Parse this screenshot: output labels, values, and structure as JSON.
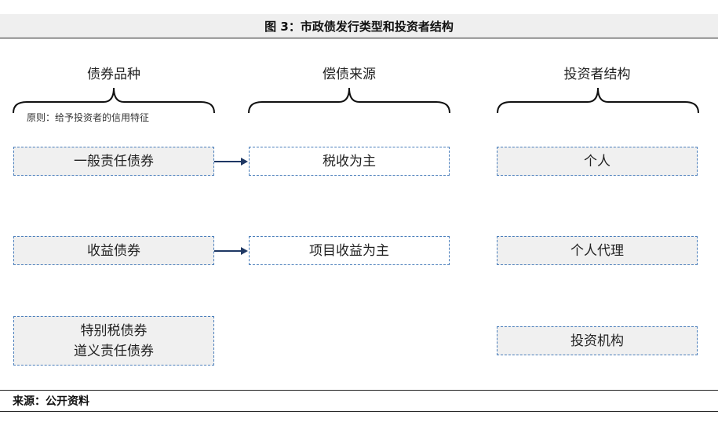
{
  "title": "图 3：市政债发行类型和投资者结构",
  "columns": {
    "bond_types": "债券品种",
    "repayment_source": "偿债来源",
    "investor_structure": "投资者结构"
  },
  "principle": "原则：给予投资者的信用特征",
  "rows": [
    {
      "bond_type": "一般责任债券",
      "repayment": "税收为主",
      "investor": "个人"
    },
    {
      "bond_type": "收益债券",
      "repayment": "项目收益为主",
      "investor": "个人代理"
    },
    {
      "bond_type_line1": "特别税债券",
      "bond_type_line2": "道义责任债券",
      "investor": "投资机构"
    }
  ],
  "source": "来源：公开资料",
  "colors": {
    "box_border": "#4a7ebb",
    "box_fill_grey": "#f0f0f0",
    "arrow": "#1f3864"
  }
}
